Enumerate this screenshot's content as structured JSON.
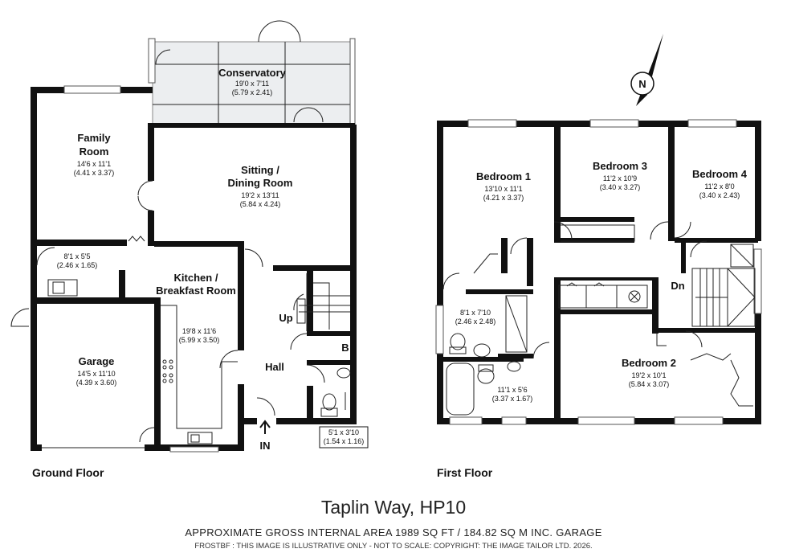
{
  "floors": {
    "ground": "Ground Floor",
    "first": "First Floor"
  },
  "rooms": {
    "conservatory": {
      "name": "Conservatory",
      "imperial": "19'0 x 7'11",
      "metric": "(5.79 x 2.41)"
    },
    "family_room": {
      "name1": "Family",
      "name2": "Room",
      "imperial": "14'6 x 11'1",
      "metric": "(4.41 x 3.37)"
    },
    "sitting_dining": {
      "name1": "Sitting /",
      "name2": "Dining Room",
      "imperial": "19'2 x 13'11",
      "metric": "(5.84 x 4.24)"
    },
    "utility": {
      "imperial": "8'1 x 5'5",
      "metric": "(2.46 x 1.65)"
    },
    "kitchen": {
      "name1": "Kitchen /",
      "name2": "Breakfast Room",
      "imperial": "19'8 x 11'6",
      "metric": "(5.99 x 3.50)"
    },
    "garage": {
      "name": "Garage",
      "imperial": "14'5 x 11'10",
      "metric": "(4.39 x 3.60)"
    },
    "hall": {
      "name": "Hall"
    },
    "cloakroom": {
      "imperial": "5'1 x 3'10",
      "metric": "(1.54 x 1.16)"
    },
    "bedroom1": {
      "name": "Bedroom 1",
      "imperial": "13'10 x 11'1",
      "metric": "(4.21 x 3.37)"
    },
    "bedroom3": {
      "name": "Bedroom 3",
      "imperial": "11'2 x 10'9",
      "metric": "(3.40 x 3.27)"
    },
    "bedroom4": {
      "name": "Bedroom 4",
      "imperial": "11'2 x 8'0",
      "metric": "(3.40 x 2.43)"
    },
    "ensuite": {
      "imperial": "8'1 x 7'10",
      "metric": "(2.46 x 2.48)"
    },
    "bathroom": {
      "imperial": "11'1 x 5'6",
      "metric": "(3.37 x 1.67)"
    },
    "bedroom2": {
      "name": "Bedroom 2",
      "imperial": "19'2 x 10'1",
      "metric": "(5.84 x 3.07)"
    }
  },
  "labels": {
    "up": "Up",
    "dn": "Dn",
    "in": "IN",
    "boiler": "B",
    "north": "N"
  },
  "caption": {
    "title": "Taplin Way, HP10",
    "area": "APPROXIMATE GROSS INTERNAL AREA 1989 SQ FT / 184.82 SQ M INC. GARAGE",
    "footer": "FROSTBF : THIS IMAGE IS ILLUSTRATIVE ONLY - NOT TO SCALE: COPYRIGHT: THE IMAGE TAILOR LTD. 2026."
  }
}
